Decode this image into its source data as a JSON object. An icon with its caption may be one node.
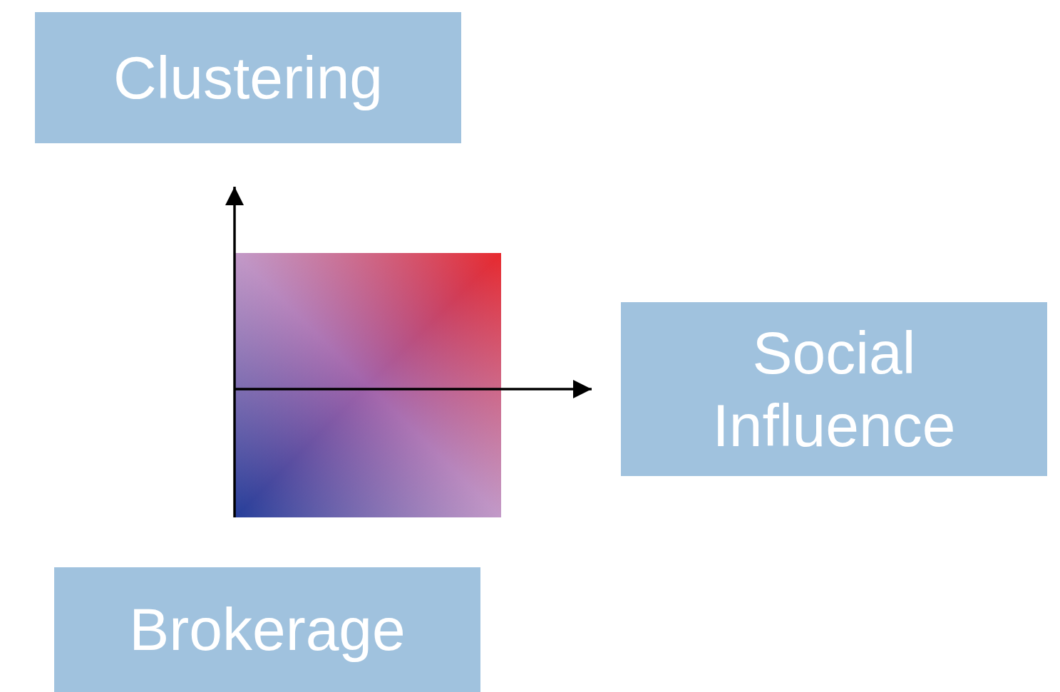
{
  "diagram": {
    "nodes": [
      {
        "text": [
          "Clustering"
        ]
      },
      {
        "text": [
          "Social Influence"
        ]
      },
      {
        "text": [
          "Brokerage"
        ]
      }
    ]
  }
}
